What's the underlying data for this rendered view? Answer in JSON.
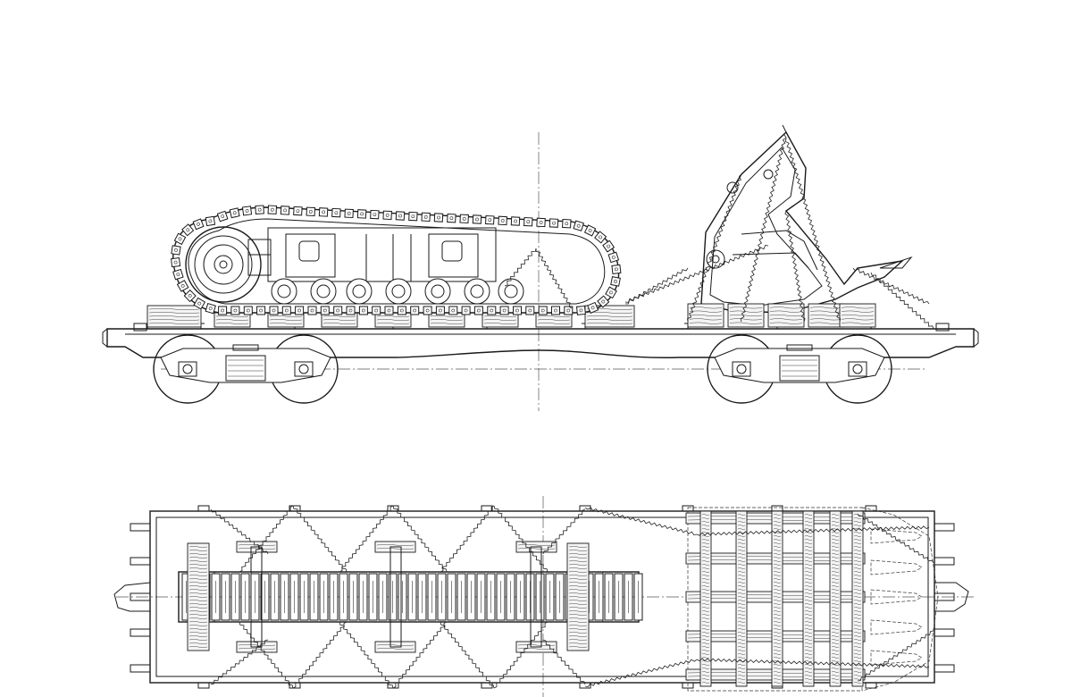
{
  "drawing": {
    "views": [
      "side-elevation",
      "plan-view"
    ],
    "side_view": {
      "load_1": "crawler-track-frame",
      "load_2": "excavator-bucket"
    },
    "plan_view": {
      "load_1": "crawler-track-frame",
      "load_2": "excavator-bucket"
    }
  }
}
